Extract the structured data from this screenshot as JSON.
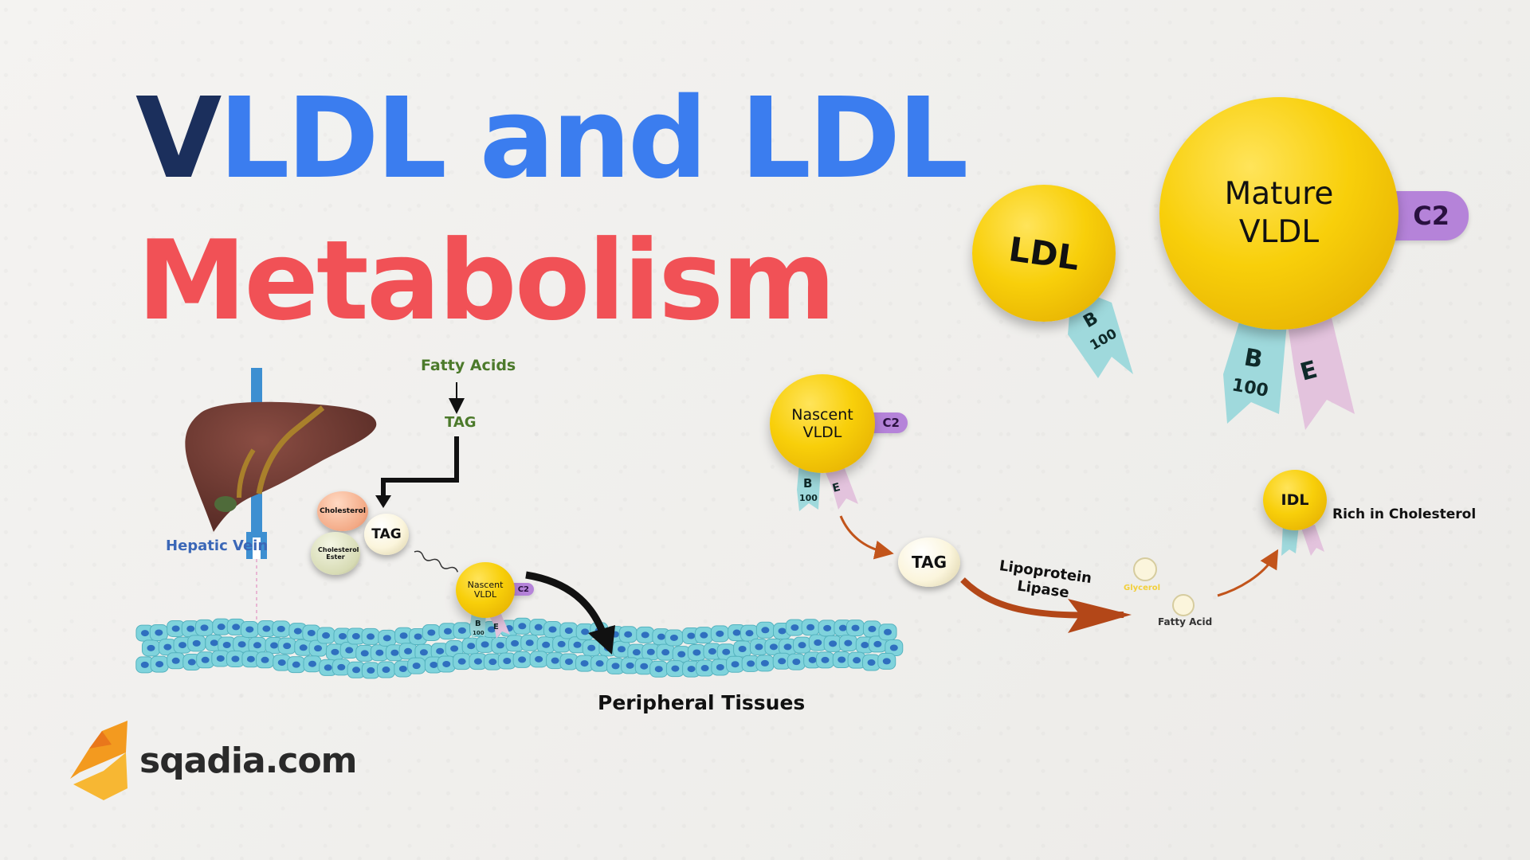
{
  "title": {
    "line1_first": "V",
    "line1_rest": "LDL and LDL",
    "line2": "Metabolism"
  },
  "colors": {
    "title_dark": "#1b2f5c",
    "title_blue": "#3b7def",
    "title_red": "#f15156",
    "lipoprotein_yellow": "#f8cf0a",
    "apo_c2": "#b583d9",
    "apo_b100": "#9fd9dc",
    "apo_e": "#e3c3dd",
    "cells": "#7fd3dc",
    "liver": "#6b3a32",
    "vein": "#3d8fd1"
  },
  "left_pathway": {
    "fatty_acids": "Fatty Acids",
    "tag": "TAG",
    "cholesterol": "Cholesterol",
    "cholesterol_ester": "Cholesterol Ester",
    "tag_ball": "TAG",
    "hepatic_vein": "Hepatic Vein",
    "nascent_vldl": "Nascent VLDL",
    "c2": "C2",
    "b": "B",
    "b100": "100",
    "e": "E",
    "peripheral_tissues": "Peripheral Tissues"
  },
  "right_pathway": {
    "ldl": "LDL",
    "ldl_b": "B",
    "ldl_100": "100",
    "mature_vldl_line1": "Mature",
    "mature_vldl_line2": "VLDL",
    "mature_c2": "C2",
    "mature_b": "B",
    "mature_100": "100",
    "mature_e": "E",
    "nascent_vldl_line1": "Nascent",
    "nascent_vldl_line2": "VLDL",
    "nascent_c2": "C2",
    "nascent_b": "B",
    "nascent_100": "100",
    "nascent_e": "E",
    "tag": "TAG",
    "lipoprotein_lipase_line1": "Lipoprotein",
    "lipoprotein_lipase_line2": "Lipase",
    "glycerol": "Glycerol",
    "fatty_acid": "Fatty Acid",
    "idl": "IDL",
    "rich_in_cholesterol": "Rich in Cholesterol"
  },
  "brand": {
    "name": "sqadia.com",
    "logo_icon": "s-logo-icon"
  }
}
